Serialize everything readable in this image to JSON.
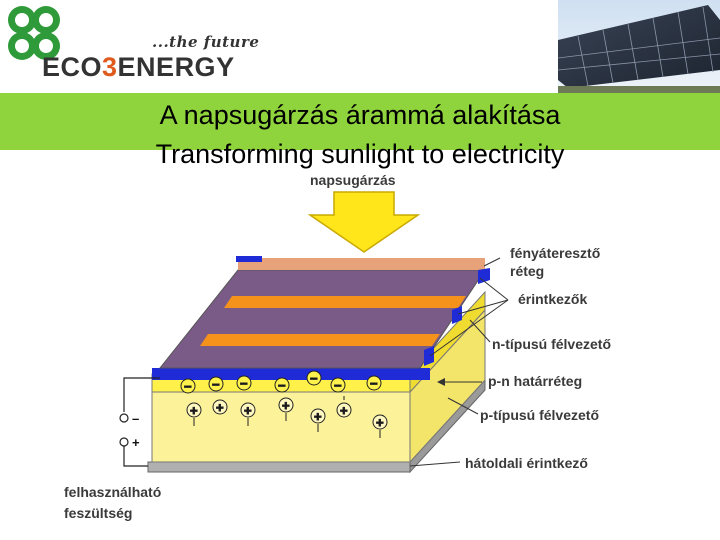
{
  "brand": {
    "tagline": "...the future",
    "wordmark_part1": "ECO",
    "wordmark_accent": "3",
    "wordmark_part2": "ENERGY",
    "accent_color": "#e05a1e",
    "leaf_color": "#2f9a3a"
  },
  "header_band_color": "#8fd43c",
  "title": {
    "line1": "A napsugárzás árammá alakítása",
    "line2": "Transforming sunlight to electricity"
  },
  "diagram": {
    "arrow_label": "napsugárzás",
    "labels": {
      "transparent_layer_1": "fényáteresztő",
      "transparent_layer_2": "réteg",
      "contacts": "érintkezők",
      "n_type": "n-típusú félvezető",
      "pn_junction": "p-n határréteg",
      "p_type": "p-típusú félvezető",
      "back_contact": "hátoldali érintkező",
      "usable_voltage_1": "felhasználható",
      "usable_voltage_2": "feszültség"
    },
    "terminal_minus": "–",
    "terminal_plus": "+",
    "electron_sign": "−",
    "hole_sign": "+"
  }
}
